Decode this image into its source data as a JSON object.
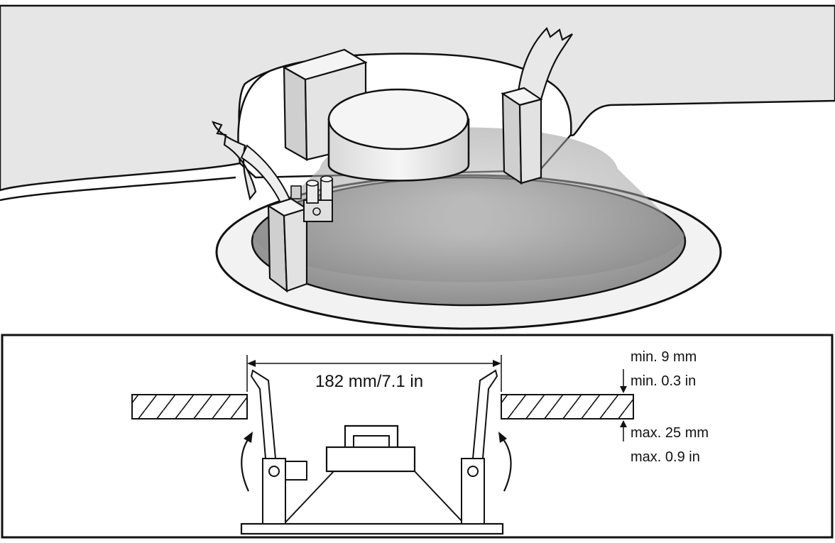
{
  "dimensions": {
    "diameter": "182 mm/7.1 in",
    "min_metric": "min. 9 mm",
    "min_imperial": "min. 0.3 in",
    "max_metric": "max. 25 mm",
    "max_imperial": "max. 0.9 in"
  },
  "colors": {
    "ceiling": "#e6e6e6",
    "cone": "#9c9c9c",
    "rim": "#f2f2f2",
    "magnet": "#efefef",
    "bracket": "#dcdcdc",
    "line": "#111111"
  }
}
